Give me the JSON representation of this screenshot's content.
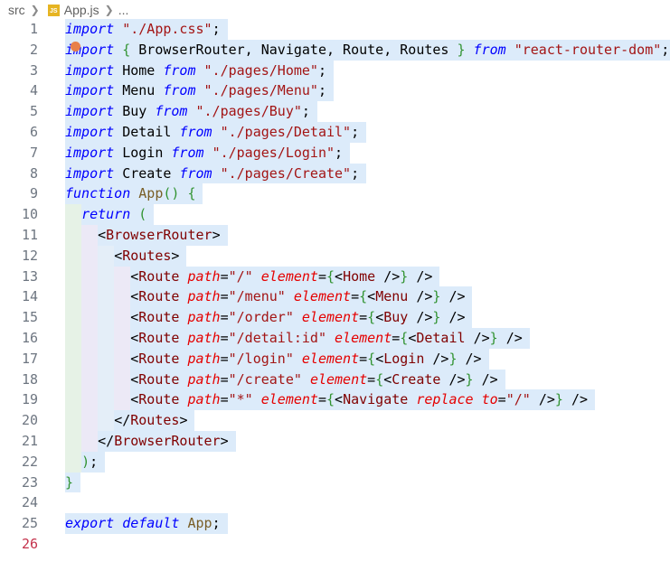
{
  "breadcrumb": {
    "folder": "src",
    "file_icon": "js-file-icon",
    "file": "App.js",
    "more": "..."
  },
  "editor": {
    "current_line": 26,
    "lines": [
      {
        "n": "1",
        "tokens": [
          [
            "kw",
            "import"
          ],
          [
            "plain",
            " "
          ],
          [
            "str",
            "\"./App.css\""
          ],
          [
            "punc",
            ";"
          ]
        ]
      },
      {
        "n": "2",
        "tokens": [
          [
            "kw",
            "import"
          ],
          [
            "plain",
            " "
          ],
          [
            "brace",
            "{"
          ],
          [
            "plain",
            " BrowserRouter, Navigate, Route, Routes "
          ],
          [
            "brace",
            "}"
          ],
          [
            "plain",
            " "
          ],
          [
            "kw",
            "from"
          ],
          [
            "plain",
            " "
          ],
          [
            "str",
            "\"react-router-dom\""
          ],
          [
            "punc",
            ";"
          ]
        ]
      },
      {
        "n": "3",
        "tokens": [
          [
            "kw",
            "import"
          ],
          [
            "plain",
            " Home "
          ],
          [
            "kw",
            "from"
          ],
          [
            "plain",
            " "
          ],
          [
            "str",
            "\"./pages/Home\""
          ],
          [
            "punc",
            ";"
          ]
        ]
      },
      {
        "n": "4",
        "tokens": [
          [
            "kw",
            "import"
          ],
          [
            "plain",
            " Menu "
          ],
          [
            "kw",
            "from"
          ],
          [
            "plain",
            " "
          ],
          [
            "str",
            "\"./pages/Menu\""
          ],
          [
            "punc",
            ";"
          ]
        ]
      },
      {
        "n": "5",
        "tokens": [
          [
            "kw",
            "import"
          ],
          [
            "plain",
            " Buy "
          ],
          [
            "kw",
            "from"
          ],
          [
            "plain",
            " "
          ],
          [
            "str",
            "\"./pages/Buy\""
          ],
          [
            "punc",
            ";"
          ]
        ]
      },
      {
        "n": "6",
        "tokens": [
          [
            "kw",
            "import"
          ],
          [
            "plain",
            " Detail "
          ],
          [
            "kw",
            "from"
          ],
          [
            "plain",
            " "
          ],
          [
            "str",
            "\"./pages/Detail\""
          ],
          [
            "punc",
            ";"
          ]
        ]
      },
      {
        "n": "7",
        "tokens": [
          [
            "kw",
            "import"
          ],
          [
            "plain",
            " Login "
          ],
          [
            "kw",
            "from"
          ],
          [
            "plain",
            " "
          ],
          [
            "str",
            "\"./pages/Login\""
          ],
          [
            "punc",
            ";"
          ]
        ]
      },
      {
        "n": "8",
        "tokens": [
          [
            "kw",
            "import"
          ],
          [
            "plain",
            " Create "
          ],
          [
            "kw",
            "from"
          ],
          [
            "plain",
            " "
          ],
          [
            "str",
            "\"./pages/Create\""
          ],
          [
            "punc",
            ";"
          ]
        ]
      },
      {
        "n": "9",
        "tokens": [
          [
            "kw",
            "function"
          ],
          [
            "plain",
            " "
          ],
          [
            "fn",
            "App"
          ],
          [
            "brace",
            "()"
          ],
          [
            "plain",
            " "
          ],
          [
            "brace",
            "{"
          ]
        ]
      },
      {
        "n": "10",
        "tokens": [
          [
            "plain",
            "  "
          ],
          [
            "kw",
            "return"
          ],
          [
            "plain",
            " "
          ],
          [
            "brace",
            "("
          ]
        ]
      },
      {
        "n": "11",
        "tokens": [
          [
            "plain",
            "    "
          ],
          [
            "punc",
            "<"
          ],
          [
            "tag",
            "BrowserRouter"
          ],
          [
            "punc",
            ">"
          ]
        ]
      },
      {
        "n": "12",
        "tokens": [
          [
            "plain",
            "      "
          ],
          [
            "punc",
            "<"
          ],
          [
            "tag",
            "Routes"
          ],
          [
            "punc",
            ">"
          ]
        ]
      },
      {
        "n": "13",
        "tokens": [
          [
            "plain",
            "        "
          ],
          [
            "punc",
            "<"
          ],
          [
            "tag",
            "Route"
          ],
          [
            "plain",
            " "
          ],
          [
            "attr",
            "path"
          ],
          [
            "punc",
            "="
          ],
          [
            "str",
            "\"/\""
          ],
          [
            "plain",
            " "
          ],
          [
            "attr",
            "element"
          ],
          [
            "punc",
            "="
          ],
          [
            "brace",
            "{"
          ],
          [
            "punc",
            "<"
          ],
          [
            "tag",
            "Home"
          ],
          [
            "plain",
            " "
          ],
          [
            "punc",
            "/>"
          ],
          [
            "brace",
            "}"
          ],
          [
            "plain",
            " "
          ],
          [
            "punc",
            "/>"
          ]
        ]
      },
      {
        "n": "14",
        "tokens": [
          [
            "plain",
            "        "
          ],
          [
            "punc",
            "<"
          ],
          [
            "tag",
            "Route"
          ],
          [
            "plain",
            " "
          ],
          [
            "attr",
            "path"
          ],
          [
            "punc",
            "="
          ],
          [
            "str",
            "\"/menu\""
          ],
          [
            "plain",
            " "
          ],
          [
            "attr",
            "element"
          ],
          [
            "punc",
            "="
          ],
          [
            "brace",
            "{"
          ],
          [
            "punc",
            "<"
          ],
          [
            "tag",
            "Menu"
          ],
          [
            "plain",
            " "
          ],
          [
            "punc",
            "/>"
          ],
          [
            "brace",
            "}"
          ],
          [
            "plain",
            " "
          ],
          [
            "punc",
            "/>"
          ]
        ]
      },
      {
        "n": "15",
        "tokens": [
          [
            "plain",
            "        "
          ],
          [
            "punc",
            "<"
          ],
          [
            "tag",
            "Route"
          ],
          [
            "plain",
            " "
          ],
          [
            "attr",
            "path"
          ],
          [
            "punc",
            "="
          ],
          [
            "str",
            "\"/order\""
          ],
          [
            "plain",
            " "
          ],
          [
            "attr",
            "element"
          ],
          [
            "punc",
            "="
          ],
          [
            "brace",
            "{"
          ],
          [
            "punc",
            "<"
          ],
          [
            "tag",
            "Buy"
          ],
          [
            "plain",
            " "
          ],
          [
            "punc",
            "/>"
          ],
          [
            "brace",
            "}"
          ],
          [
            "plain",
            " "
          ],
          [
            "punc",
            "/>"
          ]
        ]
      },
      {
        "n": "16",
        "tokens": [
          [
            "plain",
            "        "
          ],
          [
            "punc",
            "<"
          ],
          [
            "tag",
            "Route"
          ],
          [
            "plain",
            " "
          ],
          [
            "attr",
            "path"
          ],
          [
            "punc",
            "="
          ],
          [
            "str",
            "\"/detail:id\""
          ],
          [
            "plain",
            " "
          ],
          [
            "attr",
            "element"
          ],
          [
            "punc",
            "="
          ],
          [
            "brace",
            "{"
          ],
          [
            "punc",
            "<"
          ],
          [
            "tag",
            "Detail"
          ],
          [
            "plain",
            " "
          ],
          [
            "punc",
            "/>"
          ],
          [
            "brace",
            "}"
          ],
          [
            "plain",
            " "
          ],
          [
            "punc",
            "/>"
          ]
        ]
      },
      {
        "n": "17",
        "tokens": [
          [
            "plain",
            "        "
          ],
          [
            "punc",
            "<"
          ],
          [
            "tag",
            "Route"
          ],
          [
            "plain",
            " "
          ],
          [
            "attr",
            "path"
          ],
          [
            "punc",
            "="
          ],
          [
            "str",
            "\"/login\""
          ],
          [
            "plain",
            " "
          ],
          [
            "attr",
            "element"
          ],
          [
            "punc",
            "="
          ],
          [
            "brace",
            "{"
          ],
          [
            "punc",
            "<"
          ],
          [
            "tag",
            "Login"
          ],
          [
            "plain",
            " "
          ],
          [
            "punc",
            "/>"
          ],
          [
            "brace",
            "}"
          ],
          [
            "plain",
            " "
          ],
          [
            "punc",
            "/>"
          ]
        ]
      },
      {
        "n": "18",
        "tokens": [
          [
            "plain",
            "        "
          ],
          [
            "punc",
            "<"
          ],
          [
            "tag",
            "Route"
          ],
          [
            "plain",
            " "
          ],
          [
            "attr",
            "path"
          ],
          [
            "punc",
            "="
          ],
          [
            "str",
            "\"/create\""
          ],
          [
            "plain",
            " "
          ],
          [
            "attr",
            "element"
          ],
          [
            "punc",
            "="
          ],
          [
            "brace",
            "{"
          ],
          [
            "punc",
            "<"
          ],
          [
            "tag",
            "Create"
          ],
          [
            "plain",
            " "
          ],
          [
            "punc",
            "/>"
          ],
          [
            "brace",
            "}"
          ],
          [
            "plain",
            " "
          ],
          [
            "punc",
            "/>"
          ]
        ]
      },
      {
        "n": "19",
        "tokens": [
          [
            "plain",
            "        "
          ],
          [
            "punc",
            "<"
          ],
          [
            "tag",
            "Route"
          ],
          [
            "plain",
            " "
          ],
          [
            "attr",
            "path"
          ],
          [
            "punc",
            "="
          ],
          [
            "str",
            "\"*\""
          ],
          [
            "plain",
            " "
          ],
          [
            "attr",
            "element"
          ],
          [
            "punc",
            "="
          ],
          [
            "brace",
            "{"
          ],
          [
            "punc",
            "<"
          ],
          [
            "tag",
            "Navigate"
          ],
          [
            "plain",
            " "
          ],
          [
            "attr",
            "replace"
          ],
          [
            "plain",
            " "
          ],
          [
            "attr",
            "to"
          ],
          [
            "punc",
            "="
          ],
          [
            "str",
            "\"/\""
          ],
          [
            "plain",
            " "
          ],
          [
            "punc",
            "/>"
          ],
          [
            "brace",
            "}"
          ],
          [
            "plain",
            " "
          ],
          [
            "punc",
            "/>"
          ]
        ]
      },
      {
        "n": "20",
        "tokens": [
          [
            "plain",
            "      "
          ],
          [
            "punc",
            "</"
          ],
          [
            "tag",
            "Routes"
          ],
          [
            "punc",
            ">"
          ]
        ]
      },
      {
        "n": "21",
        "tokens": [
          [
            "plain",
            "    "
          ],
          [
            "punc",
            "</"
          ],
          [
            "tag",
            "BrowserRouter"
          ],
          [
            "punc",
            ">"
          ]
        ]
      },
      {
        "n": "22",
        "tokens": [
          [
            "plain",
            "  "
          ],
          [
            "brace",
            ")"
          ],
          [
            "punc",
            ";"
          ]
        ]
      },
      {
        "n": "23",
        "tokens": [
          [
            "brace",
            "}"
          ]
        ]
      },
      {
        "n": "24",
        "tokens": []
      },
      {
        "n": "25",
        "tokens": [
          [
            "kw",
            "export"
          ],
          [
            "plain",
            " "
          ],
          [
            "kw",
            "default"
          ],
          [
            "plain",
            " "
          ],
          [
            "fn",
            "App"
          ],
          [
            "punc",
            ";"
          ]
        ]
      },
      {
        "n": "26",
        "tokens": []
      }
    ]
  },
  "colors": {
    "keyword": "#0000ff",
    "string": "#a31515",
    "tag": "#800000",
    "attribute": "#e50000",
    "selection": "#dcebfa",
    "current_line_number": "#c4314b",
    "lightbulb": "#e8804a"
  },
  "lightbulb_icon": "lightbulb-icon"
}
